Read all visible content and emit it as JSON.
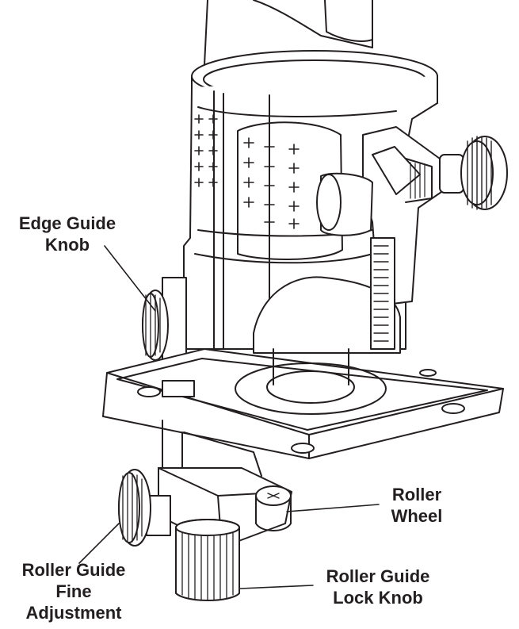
{
  "callouts": {
    "edge_guide_knob": {
      "line1": "Edge Guide",
      "line2": "Knob"
    },
    "roller_wheel": {
      "line1": "Roller",
      "line2": "Wheel"
    },
    "roller_guide_fine_adjustment": {
      "line1": "Roller Guide",
      "line2": "Fine",
      "line3": "Adjustment"
    },
    "roller_guide_lock_knob": {
      "line1": "Roller Guide",
      "line2": "Lock Knob"
    }
  },
  "colors": {
    "ink": "#231f20",
    "paper": "#ffffff"
  }
}
